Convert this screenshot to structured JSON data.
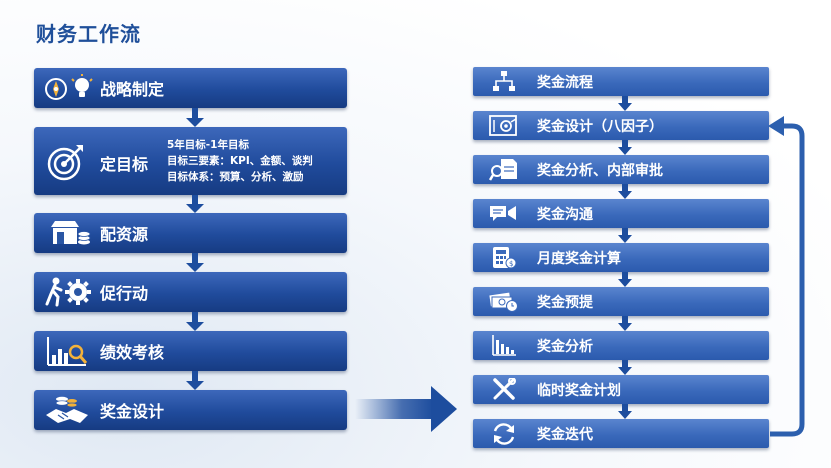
{
  "title": "财务工作流",
  "left_steps": [
    {
      "label": "战略制定",
      "icon": "compass-lightbulb-icon"
    },
    {
      "label": "定目标",
      "icon": "target-icon",
      "details": [
        "5年目标-1年目标",
        "目标三要素：KPI、金额、谈判",
        "目标体系：预算、分析、激励"
      ]
    },
    {
      "label": "配资源",
      "icon": "store-coins-icon"
    },
    {
      "label": "促行动",
      "icon": "runner-gear-icon"
    },
    {
      "label": "绩效考核",
      "icon": "chart-magnifier-icon"
    },
    {
      "label": "奖金设计",
      "icon": "handshake-coins-icon"
    }
  ],
  "right_steps": [
    {
      "label": "奖金流程",
      "icon": "flowchart-icon"
    },
    {
      "label": "奖金设计（八因子）",
      "icon": "blueprint-icon"
    },
    {
      "label": "奖金分析、内部审批",
      "icon": "document-magnifier-icon"
    },
    {
      "label": "奖金沟通",
      "icon": "chat-megaphone-icon"
    },
    {
      "label": "月度奖金计算",
      "icon": "calculator-icon"
    },
    {
      "label": "奖金预提",
      "icon": "money-clock-icon"
    },
    {
      "label": "奖金分析",
      "icon": "bar-chart-icon"
    },
    {
      "label": "临时奖金计划",
      "icon": "tools-icon"
    },
    {
      "label": "奖金迭代",
      "icon": "refresh-icon"
    }
  ],
  "colors": {
    "title": "#1f4f9a",
    "box_dark": "#204b9c",
    "box_light": "#3a69bb",
    "arrow": "#1d4d9e"
  }
}
